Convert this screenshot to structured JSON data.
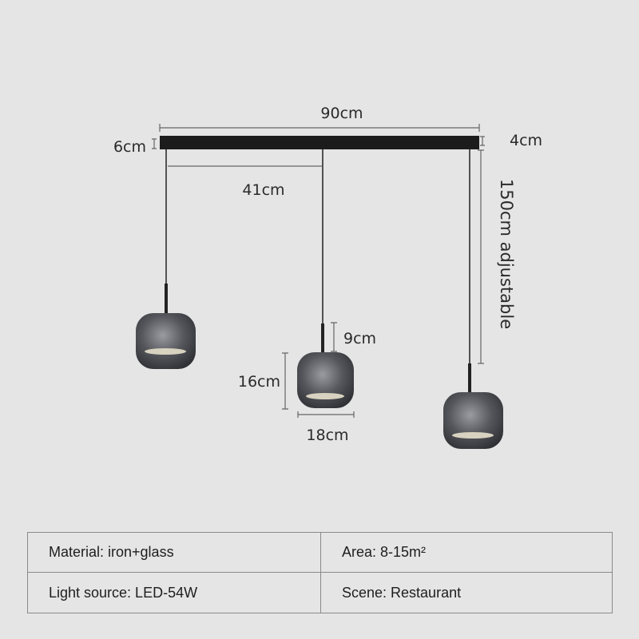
{
  "dimensions": {
    "total_length": "90cm",
    "canopy_depth": "6cm",
    "canopy_height": "4cm",
    "lamp_spacing": "41cm",
    "cable_length": "150cm adjustable",
    "neck_height": "9cm",
    "shade_height": "16cm",
    "shade_width": "18cm"
  },
  "specs": [
    {
      "label": "Material: iron+glass"
    },
    {
      "label": "Area: 8-15m²"
    },
    {
      "label": "Light source: LED-54W"
    },
    {
      "label": "Scene: Restaurant"
    }
  ]
}
